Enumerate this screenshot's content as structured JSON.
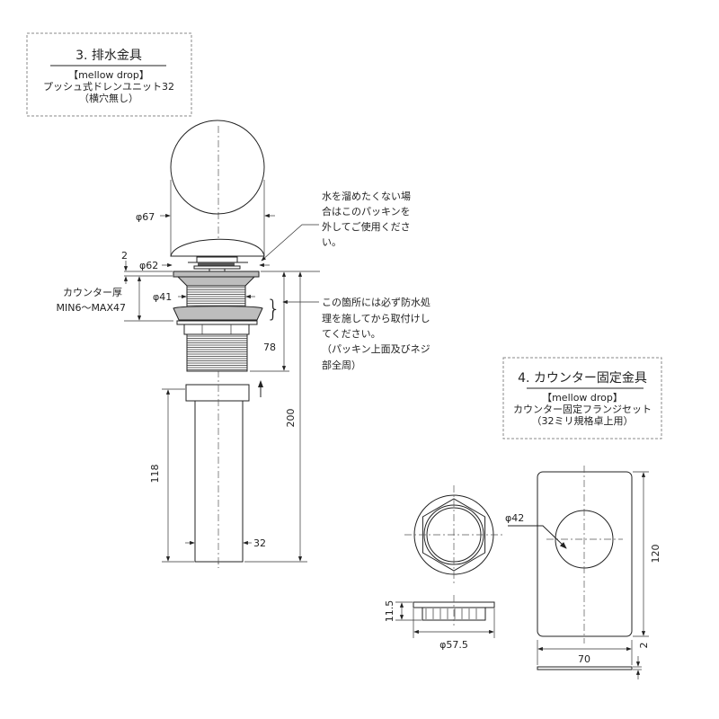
{
  "section3": {
    "title": "3. 排水金具",
    "brand": "【mellow drop】",
    "product": "プッシュ式ドレンユニット32",
    "note": "（横穴無し）"
  },
  "section4": {
    "title": "4. カウンター固定金具",
    "brand": "【mellow drop】",
    "product": "カウンター固定フランジセット",
    "note": "（32ミリ規格卓上用）"
  },
  "drain_dims": {
    "cap_diameter": "φ67",
    "flange_diameter": "φ62",
    "flange_thickness": "2",
    "thread_diameter": "φ41",
    "counter_label": "カウンター厚",
    "counter_range": "MIN6〜MAX47",
    "body_height": "78",
    "total_height": "200",
    "tail_length": "118",
    "tail_diameter": "32"
  },
  "annotations": {
    "packing_note": [
      "水を溜めたくない場",
      "合はこのパッキンを",
      "外してご使用くださ",
      "い。"
    ],
    "waterproof_note": [
      "この箇所には必ず防水処",
      "理を施してから取付けし",
      "てください。",
      "（パッキン上面及びネジ",
      "部全周）"
    ]
  },
  "flange_dims": {
    "nut_diameter": "φ57.5",
    "nut_height": "11.5",
    "hole_diameter": "φ42",
    "plate_height": "120",
    "plate_width": "70",
    "plate_thickness": "2"
  }
}
